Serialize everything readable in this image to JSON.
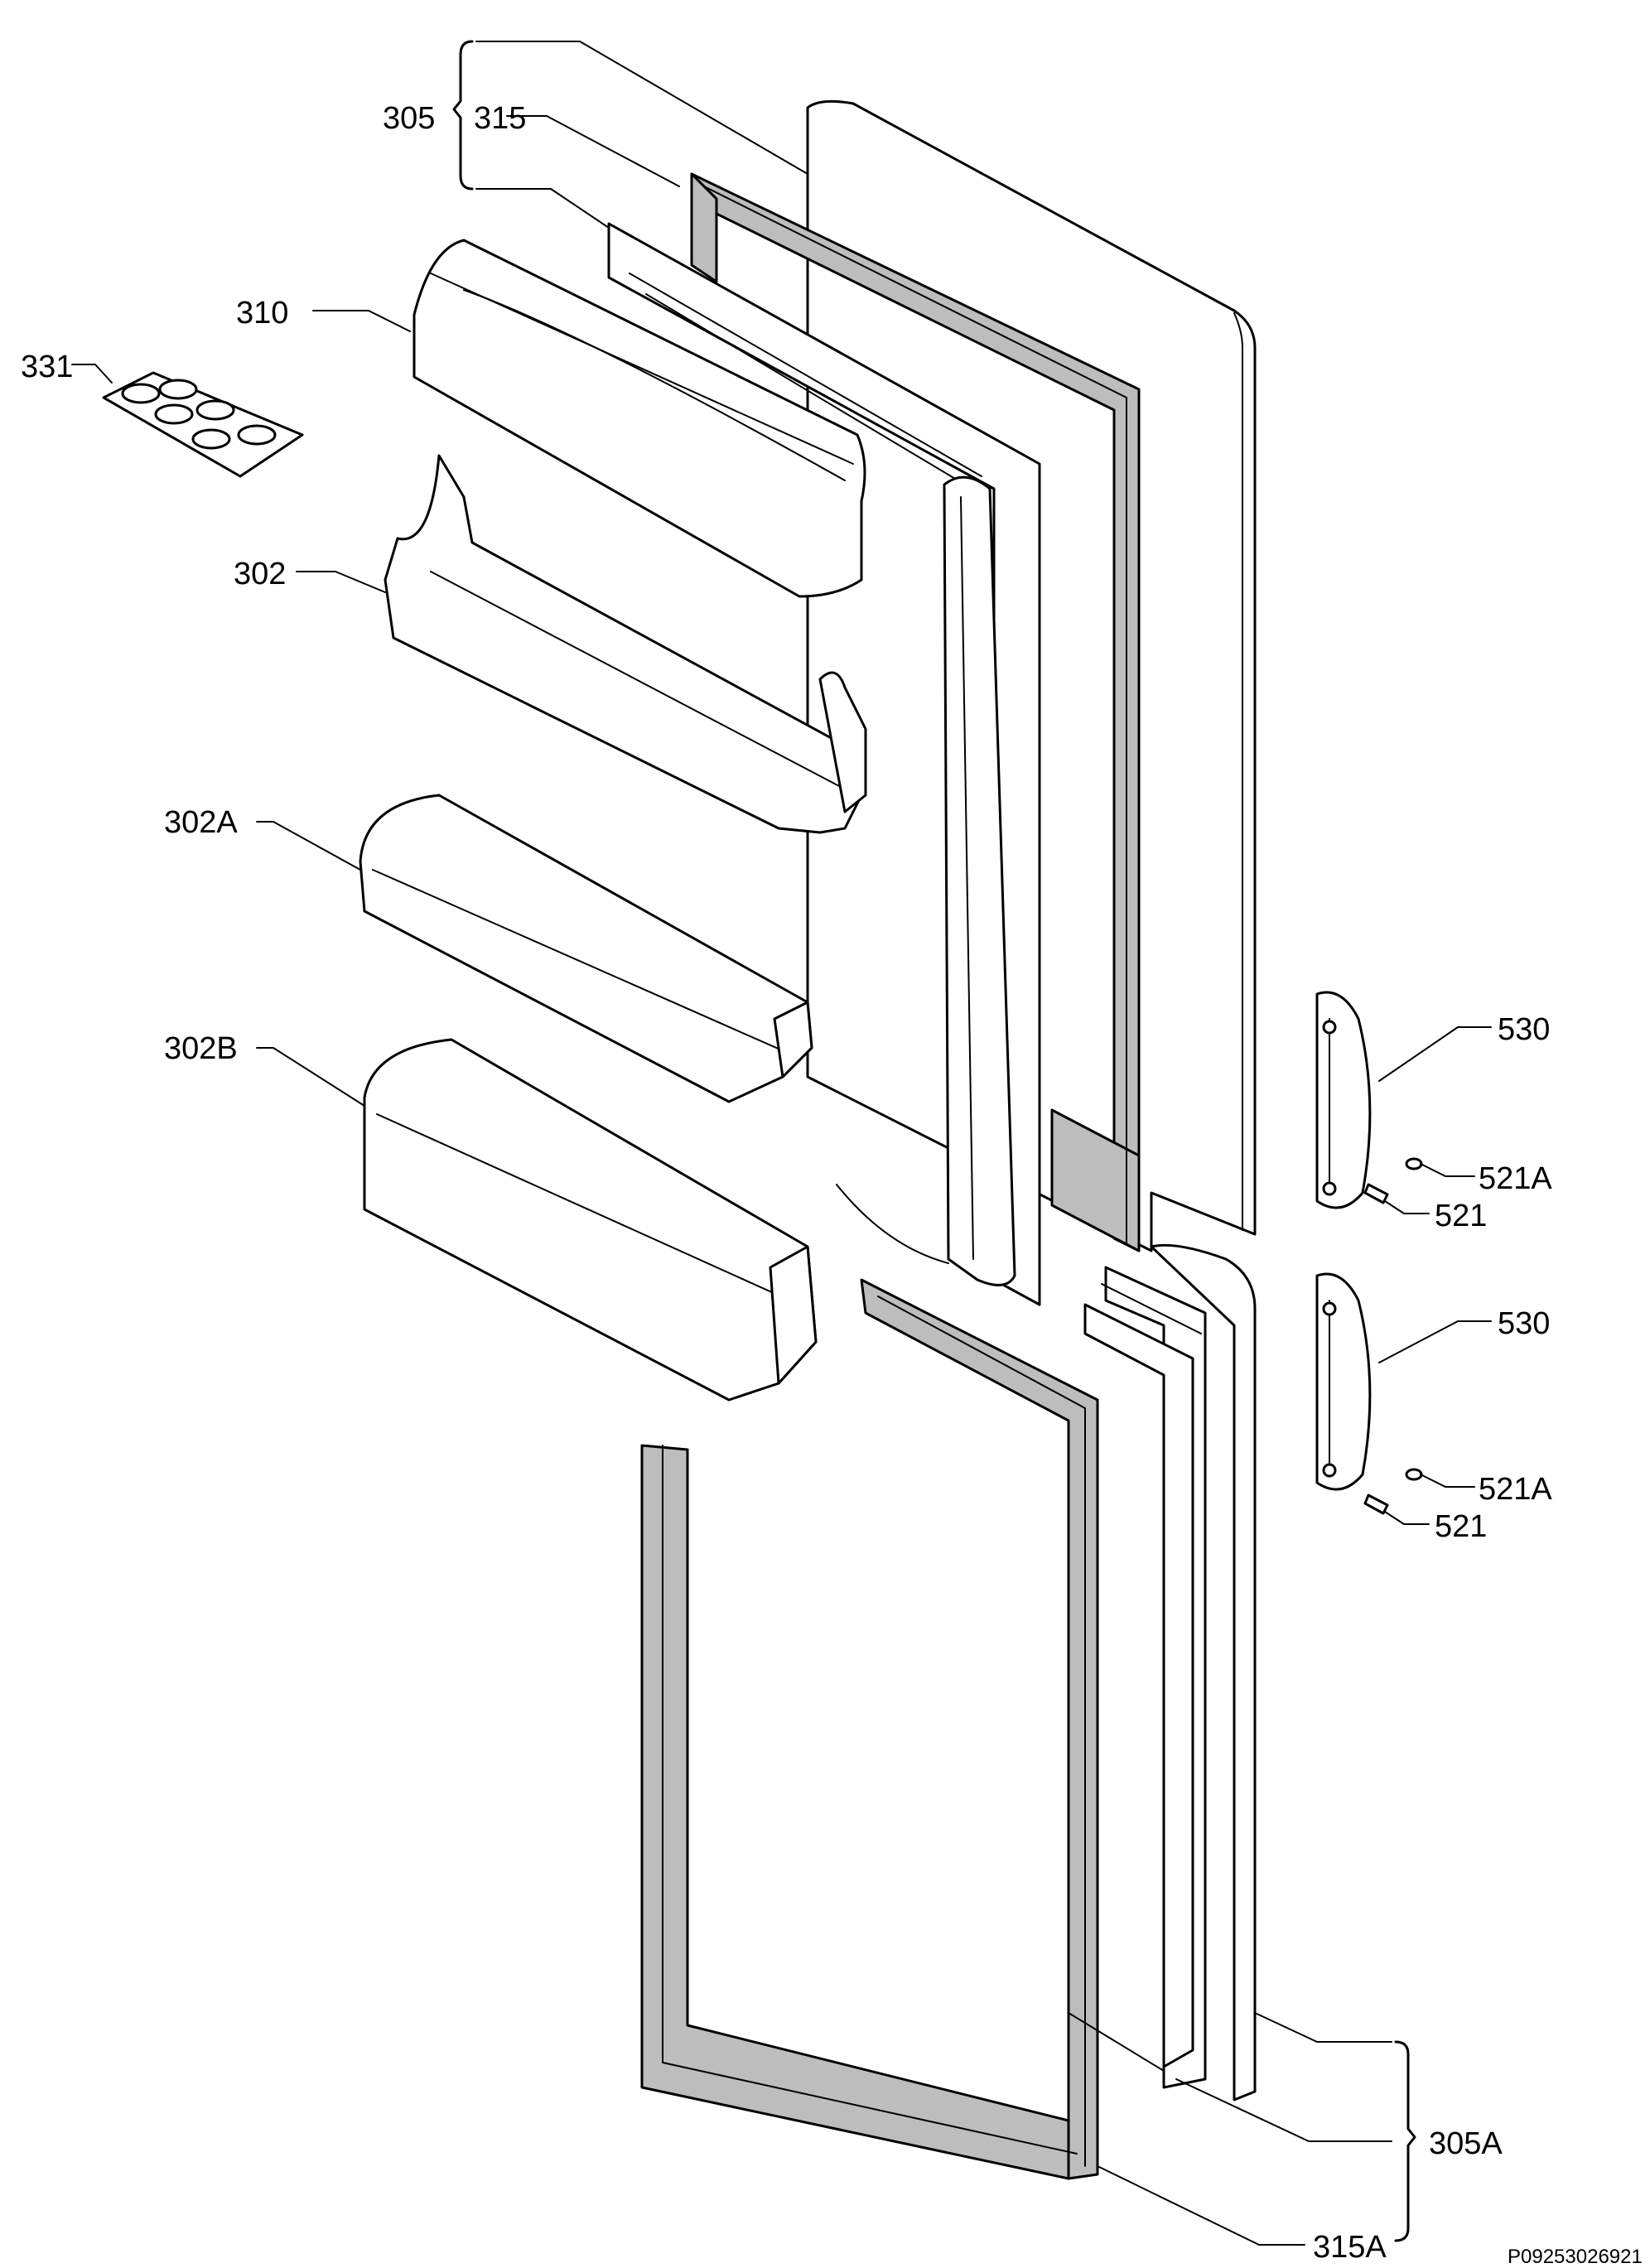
{
  "parts": {
    "p305": "305",
    "p315": "315",
    "p310": "310",
    "p331": "331",
    "p302": "302",
    "p302a": "302A",
    "p302b": "302B",
    "p530_top": "530",
    "p521a_top": "521A",
    "p521_top": "521",
    "p530_bottom": "530",
    "p521a_bottom": "521A",
    "p521_bottom": "521",
    "p305a": "305A",
    "p315a": "315A"
  },
  "drawing_code": "P09253026921"
}
